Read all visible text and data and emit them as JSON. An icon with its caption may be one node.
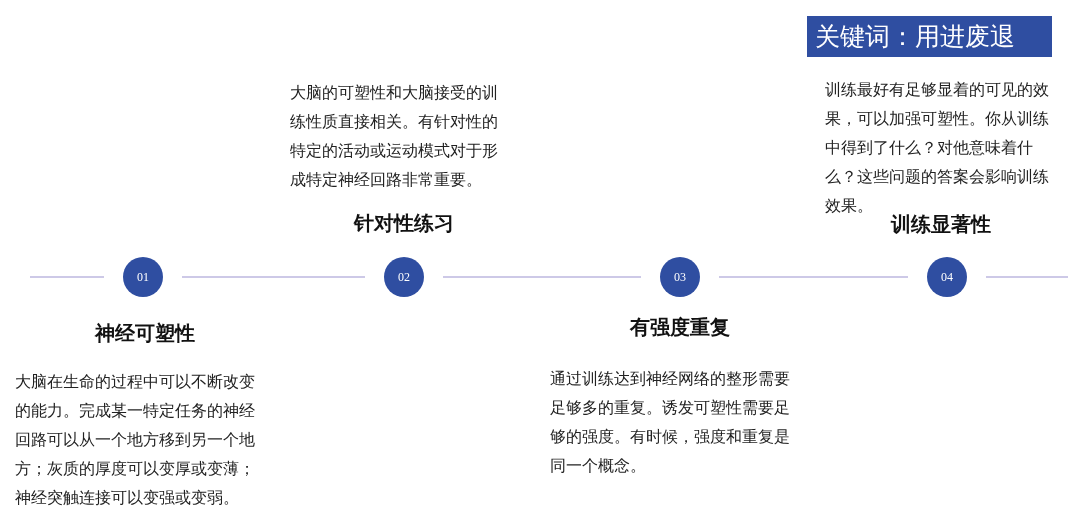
{
  "diagram": {
    "title": "关键词：用进废退",
    "nodes": [
      {
        "text": [
          "01"
        ],
        "beside": [
          "神经可塑性",
          "大脑在生命的过程中可以不断改变的能力。完成某一特定任务的神经回路可以从一个地方移到另一个地方；灰质的厚度可以变厚或变薄；神经突触连接可以变强或变弱。"
        ]
      },
      {
        "text": [
          "02"
        ],
        "beside": [
          "针对性练习",
          "大脑的可塑性和大脑接受的训练性质直接相关。有针对性的特定的活动或运动模式对于形成特定神经回路非常重要。"
        ]
      },
      {
        "text": [
          "03"
        ],
        "beside": [
          "有强度重复",
          "通过训练达到神经网络的整形需要足够多的重复。诱发可塑性需要足够的强度。有时候，强度和重复是同一个概念。"
        ]
      },
      {
        "text": [
          "04"
        ],
        "beside": [
          "训练显著性",
          "训练最好有足够显着的可见的效果，可以加强可塑性。你从训练中得到了什么？对他意味着什么？这些问题的答案会影响训练效果。"
        ]
      }
    ],
    "edges": [
      {
        "from": null,
        "to": 0,
        "arrow": "none"
      },
      {
        "from": 0,
        "to": 1,
        "arrow": "none"
      },
      {
        "from": 1,
        "to": 2,
        "arrow": "none"
      },
      {
        "from": 2,
        "to": 3,
        "arrow": "none"
      },
      {
        "from": 3,
        "to": null,
        "arrow": "none"
      }
    ]
  }
}
